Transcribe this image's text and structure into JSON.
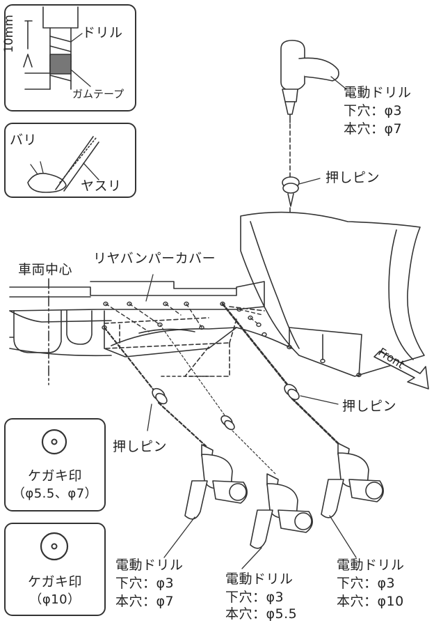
{
  "inset_tape": {
    "dim": "10mm",
    "drill": "ドリル",
    "tape": "ガムテープ"
  },
  "inset_file": {
    "burr": "バリ",
    "file": "ヤスリ"
  },
  "drill_top": {
    "title": "電動ドリル",
    "pilot": "下穴：φ3",
    "main": "本穴：φ7"
  },
  "pin_top": "押しピン",
  "cover_label": "リヤバンパーカバー",
  "center_label": "車両中心",
  "front_label": "Front",
  "pin_right": "押しピン",
  "pin_left": "押しピン",
  "mark_a": {
    "title": "ケガキ印",
    "spec": "（φ5.5、φ7）"
  },
  "mark_b": {
    "title": "ケガキ印",
    "spec": "（φ10）"
  },
  "drill_left": {
    "title": "電動ドリル",
    "pilot": "下穴：φ3",
    "main": "本穴：φ7"
  },
  "drill_mid": {
    "title": "電動ドリル",
    "pilot": "下穴：φ3",
    "main": "本穴：φ5.5"
  },
  "drill_right": {
    "title": "電動ドリル",
    "pilot": "下穴：φ3",
    "main": "本穴：φ10"
  }
}
